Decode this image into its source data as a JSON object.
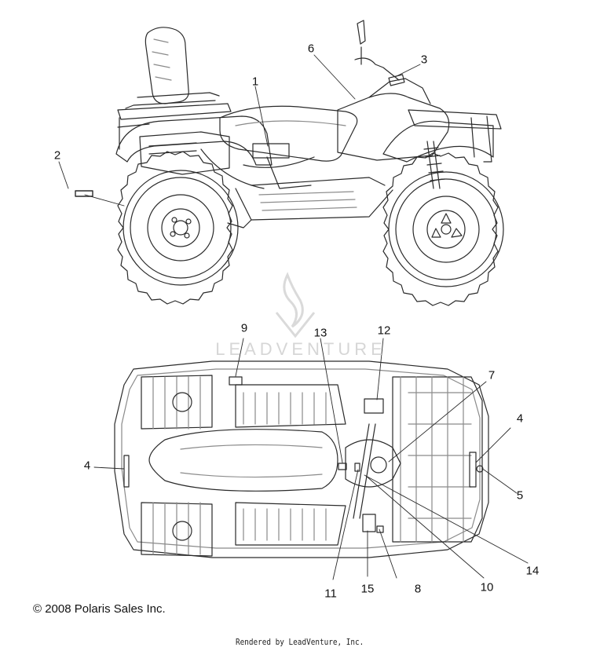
{
  "callouts": {
    "c1": "1",
    "c2": "2",
    "c3": "3",
    "c4a": "4",
    "c4b": "4",
    "c5": "5",
    "c6": "6",
    "c7": "7",
    "c8": "8",
    "c9": "9",
    "c10": "10",
    "c11": "11",
    "c12": "12",
    "c13": "13",
    "c14": "14",
    "c15": "15"
  },
  "footer": {
    "copyright": "© 2008 Polaris Sales Inc.",
    "rendered_by": "Rendered by LeadVenture, Inc."
  },
  "watermark": {
    "text": "LEADVENTURE"
  },
  "colors": {
    "line": "#2a2a2a",
    "light_line": "#8a8a8a",
    "watermark": "#dadada"
  }
}
